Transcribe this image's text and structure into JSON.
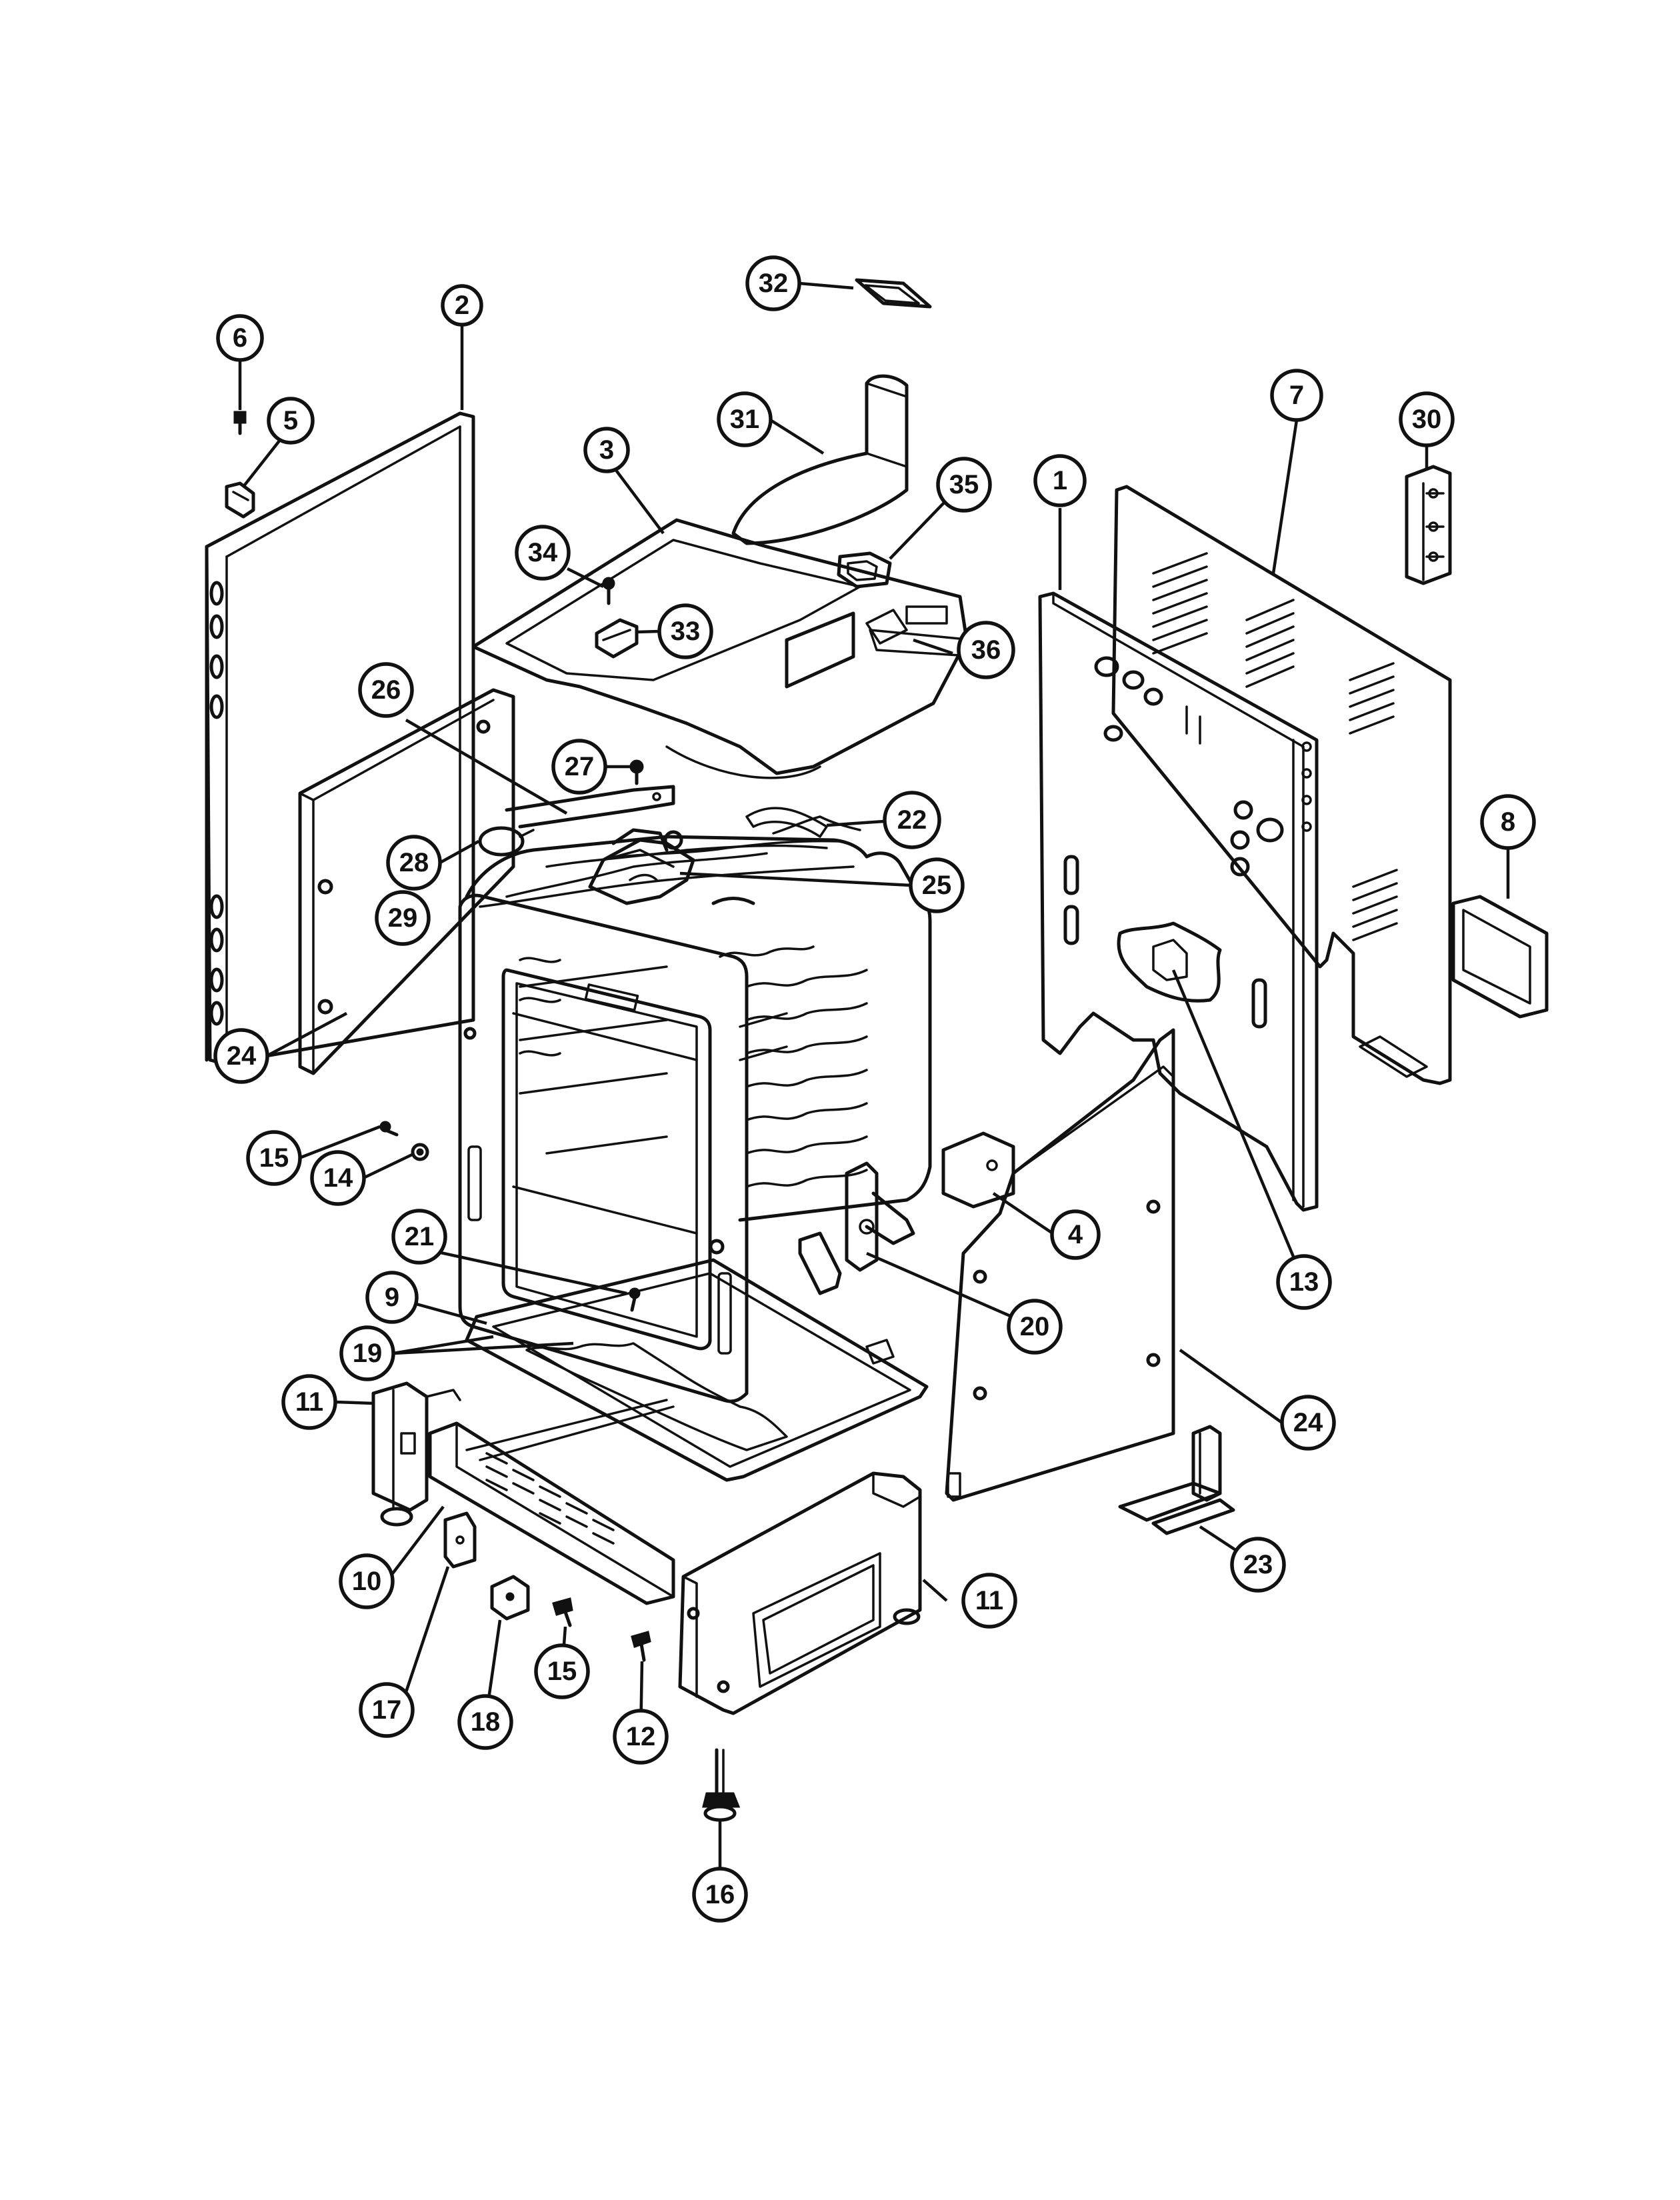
{
  "callouts": [
    {
      "id": "c32",
      "label": "32"
    },
    {
      "id": "c2",
      "label": "2"
    },
    {
      "id": "c6",
      "label": "6"
    },
    {
      "id": "c5",
      "label": "5"
    },
    {
      "id": "c31",
      "label": "31"
    },
    {
      "id": "c3",
      "label": "3"
    },
    {
      "id": "c35",
      "label": "35"
    },
    {
      "id": "c1",
      "label": "1"
    },
    {
      "id": "c7",
      "label": "7"
    },
    {
      "id": "c30",
      "label": "30"
    },
    {
      "id": "c34",
      "label": "34"
    },
    {
      "id": "c33",
      "label": "33"
    },
    {
      "id": "c36",
      "label": "36"
    },
    {
      "id": "c26",
      "label": "26"
    },
    {
      "id": "c27",
      "label": "27"
    },
    {
      "id": "c22",
      "label": "22"
    },
    {
      "id": "c8",
      "label": "8"
    },
    {
      "id": "c28",
      "label": "28"
    },
    {
      "id": "c29",
      "label": "29"
    },
    {
      "id": "c25",
      "label": "25"
    },
    {
      "id": "c24a",
      "label": "24"
    },
    {
      "id": "c15a",
      "label": "15"
    },
    {
      "id": "c14",
      "label": "14"
    },
    {
      "id": "c4",
      "label": "4"
    },
    {
      "id": "c13",
      "label": "13"
    },
    {
      "id": "c21",
      "label": "21"
    },
    {
      "id": "c9",
      "label": "9"
    },
    {
      "id": "c20",
      "label": "20"
    },
    {
      "id": "c19",
      "label": "19"
    },
    {
      "id": "c24b",
      "label": "24"
    },
    {
      "id": "c11a",
      "label": "11"
    },
    {
      "id": "c23",
      "label": "23"
    },
    {
      "id": "c10",
      "label": "10"
    },
    {
      "id": "c11b",
      "label": "11"
    },
    {
      "id": "c17",
      "label": "17"
    },
    {
      "id": "c18",
      "label": "18"
    },
    {
      "id": "c15b",
      "label": "15"
    },
    {
      "id": "c12",
      "label": "12"
    },
    {
      "id": "c16",
      "label": "16"
    }
  ]
}
